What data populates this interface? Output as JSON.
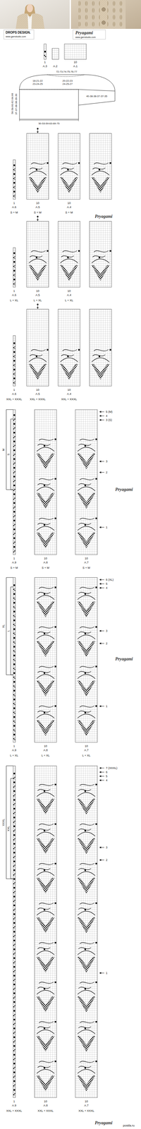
{
  "diagram": {
    "labels": [
      "DROPS DESIGN.",
      "www.garnstudio.com",
      "Pryagami",
      "www.garnstudio.com",
      "1",
      "10",
      "A.3",
      "A.2",
      "A.1",
      "72-73-74-75-76-77",
      "18-21-22",
      "23-24-25",
      "20-22-23",
      "24-25-27",
      "40-38-38-37-37-35",
      "56-58-60-62-64-66",
      "37-37-38-38-39-39",
      "50-53-59-63-69-75",
      "1",
      "10",
      "10",
      "A.6",
      "A.5",
      "A.4",
      "S + M",
      "S + M",
      "S + M",
      "1",
      "10",
      "10",
      "A.6",
      "A.5",
      "A.4",
      "L + XL",
      "L + XL",
      "L + XL",
      "1",
      "10",
      "10",
      "A.6",
      "A.5",
      "A.4",
      "XXL + XXXL",
      "XXL + XXXL",
      "XXL + XXXL",
      "Pryagami",
      "M",
      "S",
      "5 (M)",
      "4",
      "3 (S)",
      "3",
      "2",
      "1",
      "1",
      "10",
      "10",
      "A.9",
      "A.8",
      "A.7",
      "S + M",
      "S + M",
      "S + M",
      "Pryagami",
      "XL",
      "L",
      "6 (XL)",
      "5",
      "4",
      "3",
      "2",
      "1",
      "1",
      "10",
      "10",
      "A.9",
      "A.8",
      "A.7",
      "L + XL",
      "L + XL",
      "L + XL",
      "Pryagami",
      "XXXL",
      "XXL",
      "7 (XXXL)",
      "6",
      "5",
      "4",
      "3",
      "2",
      "1",
      "1",
      "10",
      "10",
      "A.9",
      "A.8",
      "A.7",
      "XXL + XXXL",
      "XXL + XXXL",
      "XXL + XXXL",
      "Pryagami",
      "postila.ru"
    ]
  }
}
